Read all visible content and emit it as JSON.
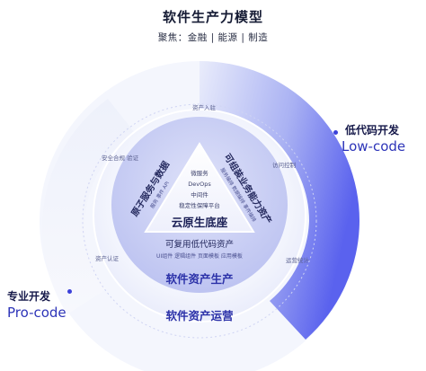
{
  "header": {
    "title": "软件生产力模型",
    "subtitle": "聚焦：金融 | 能源 | 制造"
  },
  "sides": {
    "right_zh": "低代码开发",
    "right_en": "Low-code",
    "left_zh": "专业开发",
    "left_en": "Pro-code"
  },
  "ring_labels": {
    "asset_entry": "资产入驻",
    "access_control": "访问控制",
    "ops_stats": "运营统计",
    "asset_cert": "资产认证",
    "security_check": "安全合规 验证"
  },
  "triangle": {
    "left_title": "原子服务与数据",
    "left_sub": "服务 事件 API",
    "right_title": "可组装业务能力资产",
    "right_sub": "服务编排 数据编排 事件编排",
    "center_items": [
      "微服务",
      "DevOps",
      "中间件",
      "稳定性保障平台"
    ],
    "base": "云原生底座"
  },
  "lowcode": {
    "title": "可复用低代码资产",
    "sub": "UI组件  逻辑组件  页面模板  应用模板"
  },
  "bands": {
    "production": "软件资产生产",
    "operation": "软件资产运营"
  },
  "colors": {
    "accent": "#3b41d9",
    "ring_gradient_end": "#5b63ef",
    "title_dark": "#141a33",
    "band_text": "#2a30a8"
  }
}
